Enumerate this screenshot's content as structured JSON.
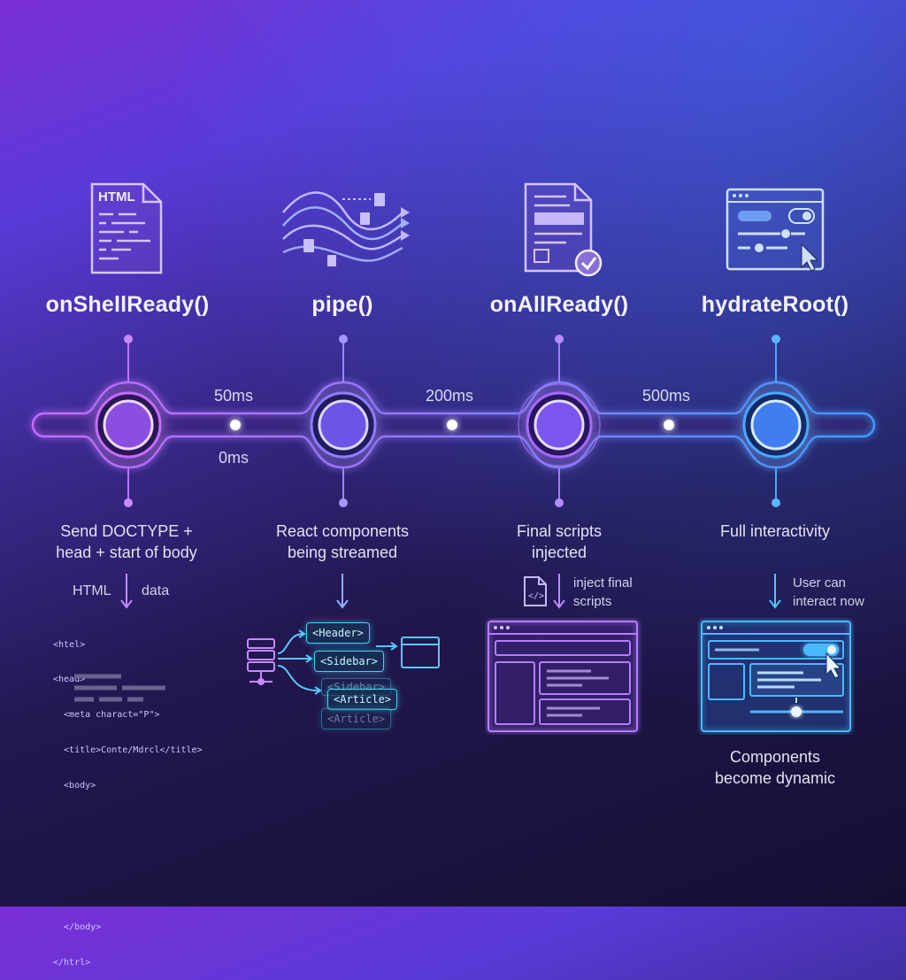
{
  "stages": [
    {
      "title": "onShellReady()",
      "desc_1": "Send DOCTYPE +",
      "desc_2": "head + start of body",
      "icon": "html-file-icon",
      "color": "#c070ff"
    },
    {
      "title": "pipe()",
      "desc_1": "React components",
      "desc_2": "being streamed",
      "icon": "stream-icon",
      "color": "#8f7bff"
    },
    {
      "title": "onAllReady()",
      "desc_1": "Final scripts",
      "desc_2": "injected",
      "icon": "document-check-icon",
      "color": "#a46bff"
    },
    {
      "title": "hydrateRoot()",
      "desc_1": "Full interactivity",
      "desc_2": "",
      "icon": "interactive-window-icon",
      "color": "#46a8ff"
    }
  ],
  "timings": {
    "t0": "0ms",
    "t1": "50ms",
    "t2": "200ms",
    "t3": "500ms"
  },
  "stage1_detail": {
    "left_label": "HTML",
    "right_label": "data",
    "code_lines": [
      "<htel>",
      "<head>",
      "  <meta charact=\"P\">",
      "  <title>Conte/Mdrcl</title>",
      "  <body>",
      "",
      "",
      "",
      "  </body>",
      "</htrl>"
    ]
  },
  "stage2_detail": {
    "tags": [
      "<Header>",
      "<Sidebar>",
      "<Article>",
      "<Article>"
    ],
    "faded_tag": "<Sidebar>"
  },
  "stage3_detail": {
    "note_1": "inject final",
    "note_2": "scripts"
  },
  "stage4_detail": {
    "note_1": "User can",
    "note_2": "interact now",
    "caption_1": "Components",
    "caption_2": "become dynamic"
  }
}
